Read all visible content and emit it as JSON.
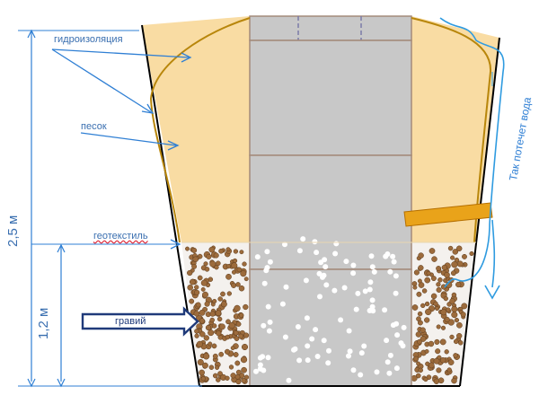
{
  "labels": {
    "waterproofing": "гидроизоляция",
    "sand": "песок",
    "geotextile": "геотекстиль",
    "gravel": "гравий",
    "water_flow": "Так потечет вода"
  },
  "dimensions": {
    "total_depth": "2,5 м",
    "gravel_depth": "1,2 м"
  },
  "colors": {
    "sand": "#f9dca3",
    "well": "#c8c8c8",
    "gravel_bg": "#f4f1ee",
    "gravel_dot": "#9c6b3c",
    "arrow_blue": "#2f7fd4",
    "pipe": "#e9a31a",
    "waterproof_line": "#b8860b",
    "label_blue": "#3a6fb0"
  }
}
